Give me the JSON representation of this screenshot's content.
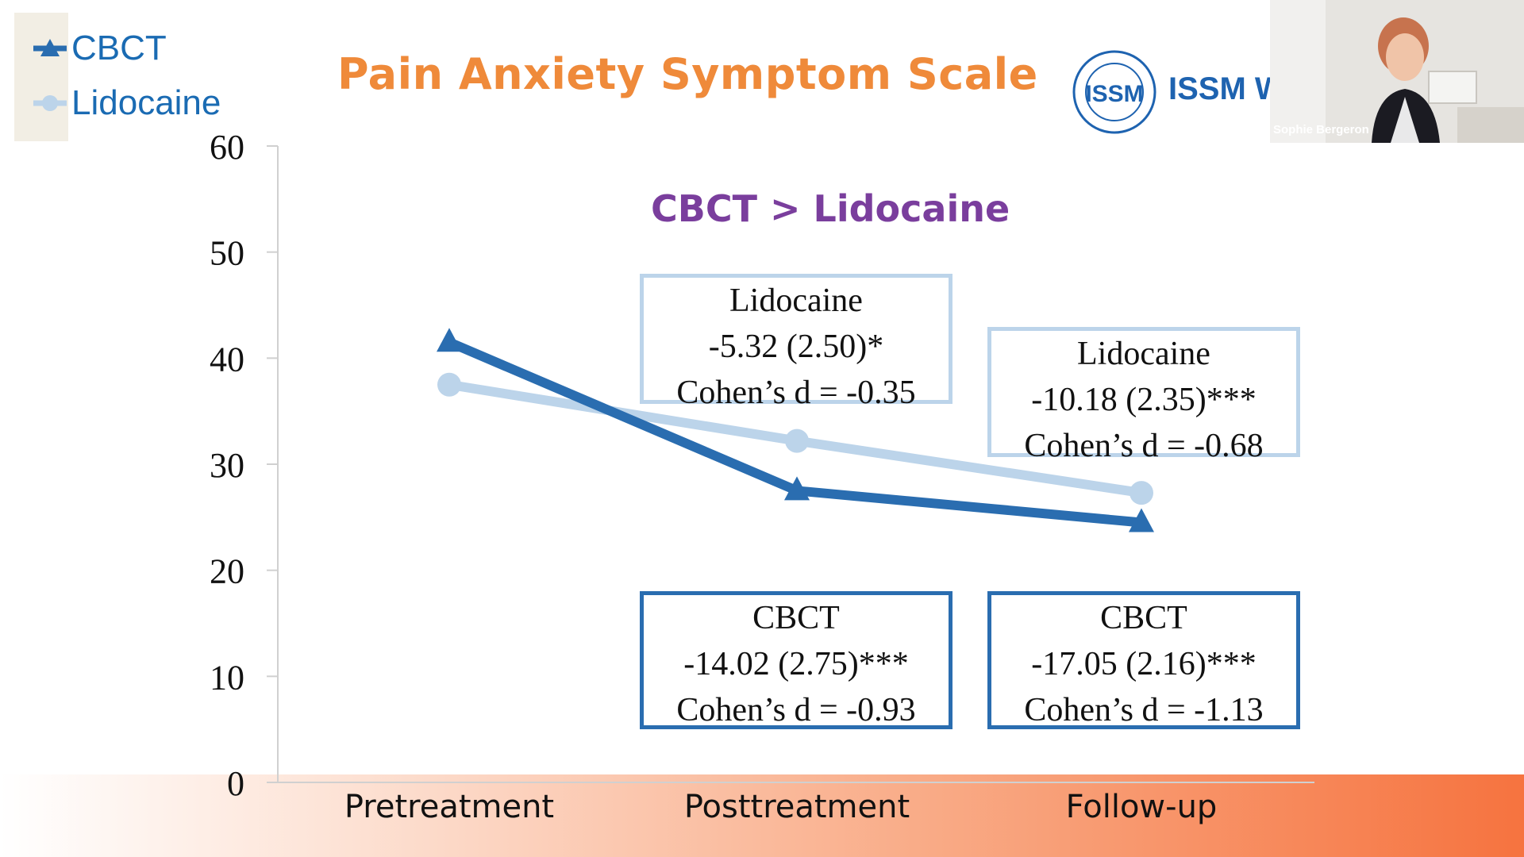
{
  "slide": {
    "title": "Pain Anxiety Symptom Scale",
    "subtitle": "CBCT > Lidocaine",
    "logo_text": "ISSM W",
    "participant_name": "Sophie Bergeron"
  },
  "colors": {
    "title": "#ef8a3a",
    "subtitle": "#7a3e9d",
    "cbct": "#2a6db0",
    "lidocaine": "#bcd4ea",
    "legend_text": "#1a6bb3"
  },
  "callouts": [
    {
      "group": "Lidocaine",
      "estimate": "-5.32 (2.50)*",
      "effect": "Cohen’s d = -0.35",
      "style": "light"
    },
    {
      "group": "Lidocaine",
      "estimate": "-10.18 (2.35)***",
      "effect": "Cohen’s d = -0.68",
      "style": "light"
    },
    {
      "group": "CBCT",
      "estimate": "-14.02 (2.75)***",
      "effect": "Cohen’s d = -0.93",
      "style": "dark"
    },
    {
      "group": "CBCT",
      "estimate": "-17.05 (2.16)***",
      "effect": "Cohen’s d = -1.13",
      "style": "dark"
    }
  ],
  "chart_data": {
    "type": "line",
    "categories": [
      "Pretreatment",
      "Posttreatment",
      "Follow-up"
    ],
    "series": [
      {
        "name": "CBCT",
        "values": [
          41.5,
          27.5,
          24.5
        ],
        "marker": "triangle",
        "color": "#2a6db0"
      },
      {
        "name": "Lidocaine",
        "values": [
          37.5,
          32.2,
          27.3
        ],
        "marker": "circle",
        "color": "#bcd4ea"
      }
    ],
    "ylim": [
      0,
      60
    ],
    "yticks": [
      0,
      10,
      20,
      30,
      40,
      50,
      60
    ],
    "legend": "top-left",
    "grid": false
  }
}
